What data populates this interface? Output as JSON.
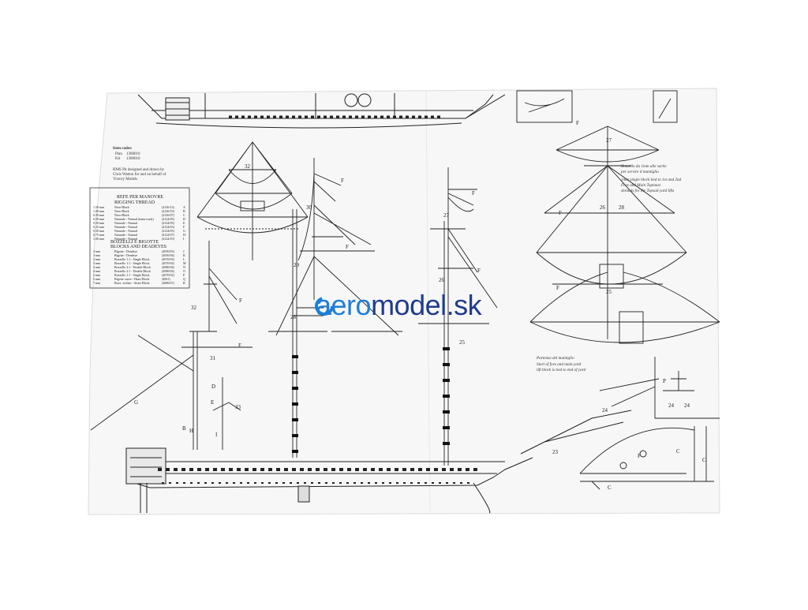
{
  "item_codes": {
    "title": "Item codes:",
    "plan_label": "Plan",
    "plan_code": "1300010",
    "kit_label": "Kit",
    "kit_code": "1300010"
  },
  "credit": [
    "HMS Pit designed and drawn by",
    "Chris Watton for and on behalf of",
    "Victory Models"
  ],
  "rigging_table": {
    "title_it": "REFE PER MANOVRE",
    "title_en": "RIGGING THREAD",
    "rows": [
      {
        "size": "1,50 mm",
        "desc": "Nero-Black",
        "code": "(4126/13)",
        "key": "A"
      },
      {
        "size": "1,00 mm",
        "desc": "Nero-Black",
        "code": "(4126/10)",
        "key": "B"
      },
      {
        "size": "0,50 mm",
        "desc": "Nero-Black",
        "code": "(4126/07)",
        "key": "C"
      },
      {
        "size": "0,50 mm",
        "desc": "Naturale - Natural (main track)",
        "code": "(4124/05)",
        "key": "D"
      },
      {
        "size": "0,50 mm",
        "desc": "Naturale - Natural",
        "code": "(4124/05)",
        "key": "E"
      },
      {
        "size": "0,25 mm",
        "desc": "Naturale - Natural",
        "code": "(4124/03)",
        "key": "F"
      },
      {
        "size": "0,50 mm",
        "desc": "Naturale - Natural",
        "code": "(4124/05)",
        "key": "G"
      },
      {
        "size": "0,75 mm",
        "desc": "Naturale - Natural",
        "code": "(4124/07)",
        "key": "H"
      },
      {
        "size": "1,00 mm",
        "desc": "Naturale - Natural",
        "code": "(4124/10)",
        "key": "I"
      }
    ]
  },
  "blocks_table": {
    "title_it": "BOZZELLI E BIGOTTE",
    "title_en": "BLOCKS AND DEADEYES",
    "rows": [
      {
        "size": "2 mm",
        "desc": "Bigotte - Deadeye",
        "code": "(4050/03)",
        "key": "J"
      },
      {
        "size": "3 mm",
        "desc": "Bigotte - Deadeye",
        "code": "(4050/04)",
        "key": "K"
      },
      {
        "size": "2 mm",
        "desc": "Bozzello 1:1 - Single Block",
        "code": "(4070/03)",
        "key": "L"
      },
      {
        "size": "3 mm",
        "desc": "Bozzello 1:1 - Single Block",
        "code": "(4070/04)",
        "key": "M"
      },
      {
        "size": "3 mm",
        "desc": "Bozzello 2:1 - Double Block",
        "code": "(4080/04)",
        "key": "N"
      },
      {
        "size": "4 mm",
        "desc": "Bozzello 2:1 - Double Block",
        "code": "(4080/04)",
        "key": "O"
      },
      {
        "size": "2 mm",
        "desc": "Bozzello 1:1 - Single Block",
        "code": "(4070/02)",
        "key": "P"
      },
      {
        "size": "5 mm",
        "desc": "Bigotte cuore - Heart Block",
        "code": "(4061)",
        "key": "Q"
      },
      {
        "size": "7 mm",
        "desc": "Bozz. violino - Sister Block",
        "code": "(4086/07)",
        "key": "R"
      }
    ]
  },
  "notes": {
    "topsail_it": [
      "Bozzello da 1mm alle sartie",
      "per servire il mantiglio"
    ],
    "topsail_en": [
      "1mm single block tied to 1st and 2nd",
      "Fore and Main Topmast",
      "shrouds for the Topsail yard lifts"
    ],
    "start_it": "Partenza del mantiglio",
    "start_en": [
      "Start of fore and main yard",
      "lift block is tied to end of yard"
    ]
  },
  "watermark": {
    "part1": "aero",
    "part2": "model.sk",
    "color_accent": "#1e7fd8",
    "color_main": "#1f3b8c"
  },
  "labels": {
    "n32a": "32",
    "n32b": "32",
    "n30": "30",
    "n27a": "27",
    "n29": "29",
    "n28": "28",
    "n26": "26",
    "n25": "25",
    "n31": "31",
    "n33": "33",
    "n23": "23",
    "n24a": "24",
    "n24b": "24",
    "n24c": "24",
    "n27b": "27",
    "n28b": "28",
    "n26b": "26",
    "n25b": "25",
    "F1": "F",
    "F2": "F",
    "F3": "F",
    "F4": "F",
    "F5": "F",
    "F6": "F",
    "F7": "F",
    "F8": "F",
    "F9": "F",
    "F10": "F",
    "G": "G",
    "D": "D",
    "E": "E",
    "B": "B",
    "I": "I",
    "H": "H",
    "C1": "C",
    "C2": "C",
    "C3": "C",
    "P": "P"
  }
}
